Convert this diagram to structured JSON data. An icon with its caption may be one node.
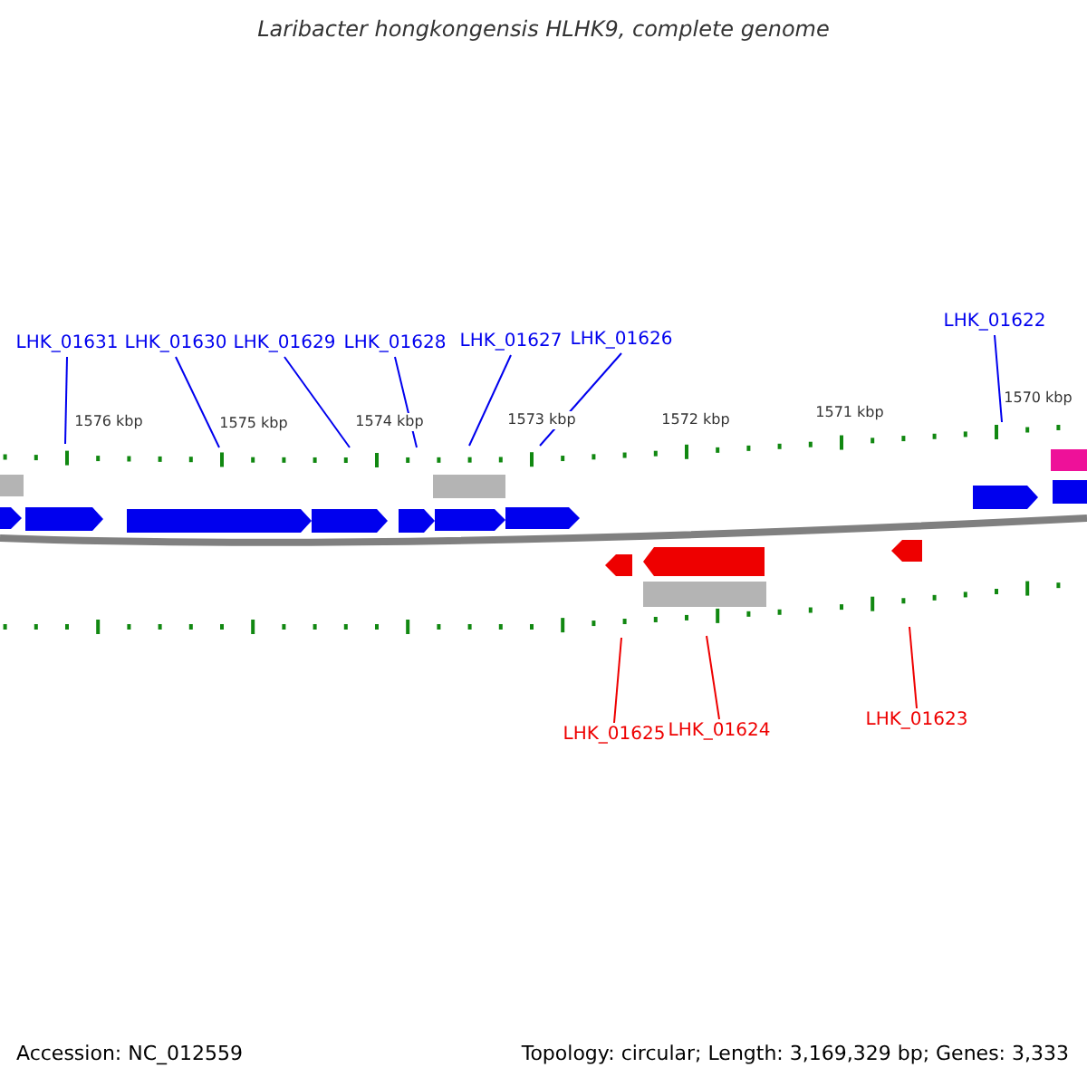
{
  "diagram": {
    "title": "Laribacter hongkongensis HLHK9, complete genome",
    "nodes": [
      {
        "text": [
          "LHK_01631"
        ]
      },
      {
        "text": [
          "LHK_01630"
        ]
      },
      {
        "text": [
          "LHK_01629"
        ]
      },
      {
        "text": [
          "LHK_01628"
        ]
      },
      {
        "text": [
          "LHK_01627"
        ]
      },
      {
        "text": [
          "LHK_01626"
        ]
      },
      {
        "text": [
          "LHK_01622"
        ]
      },
      {
        "text": [
          "LHK_01625"
        ]
      },
      {
        "text": [
          "LHK_01624"
        ]
      },
      {
        "text": [
          "LHK_01623"
        ]
      }
    ],
    "edges": [
      {
        "from": 0,
        "to": null,
        "arrow": "none"
      },
      {
        "from": 1,
        "to": null,
        "arrow": "none"
      },
      {
        "from": 2,
        "to": null,
        "arrow": "none"
      },
      {
        "from": 3,
        "to": null,
        "arrow": "none"
      },
      {
        "from": 4,
        "to": null,
        "arrow": "none"
      },
      {
        "from": 5,
        "to": null,
        "arrow": "none"
      },
      {
        "from": 6,
        "to": null,
        "arrow": "none"
      },
      {
        "from": 7,
        "to": null,
        "arrow": "none",
        "color": "#ee0000"
      },
      {
        "from": 8,
        "to": null,
        "arrow": "none",
        "color": "#ee0000"
      },
      {
        "from": 9,
        "to": null,
        "arrow": "none",
        "color": "#ee0000"
      }
    ],
    "labels": [
      "1576 kbp",
      "1575 kbp",
      "1574 kbp",
      "1573 kbp",
      "1572 kbp",
      "1571 kbp",
      "1570 kbp",
      "Accession: NC_012559",
      "Topology: circular; Length: 3,169,329 bp; Genes: 3,333"
    ]
  }
}
